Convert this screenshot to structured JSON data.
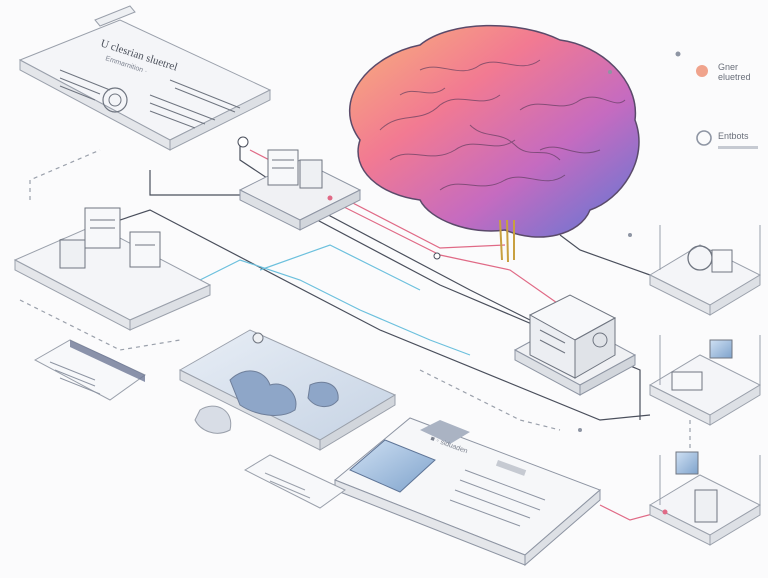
{
  "panel_top_left": {
    "title": "U  clesrian sluetrel",
    "subtitle": "Emmarnition  ·"
  },
  "legend": {
    "items": [
      {
        "label_1": "Gner",
        "label_2": "eluetred",
        "color": "#f0a38c",
        "icon": "dot-icon"
      },
      {
        "label_1": "Entbots",
        "label_2": "",
        "color": "#8e95a3",
        "icon": "swirl-icon"
      }
    ]
  },
  "panel_bottom": {
    "header": "■ ◦ siduaden"
  },
  "colors": {
    "red_line": "#e06a86",
    "blue_line": "#6cc0dd",
    "dark_line": "#4a4f5c"
  }
}
